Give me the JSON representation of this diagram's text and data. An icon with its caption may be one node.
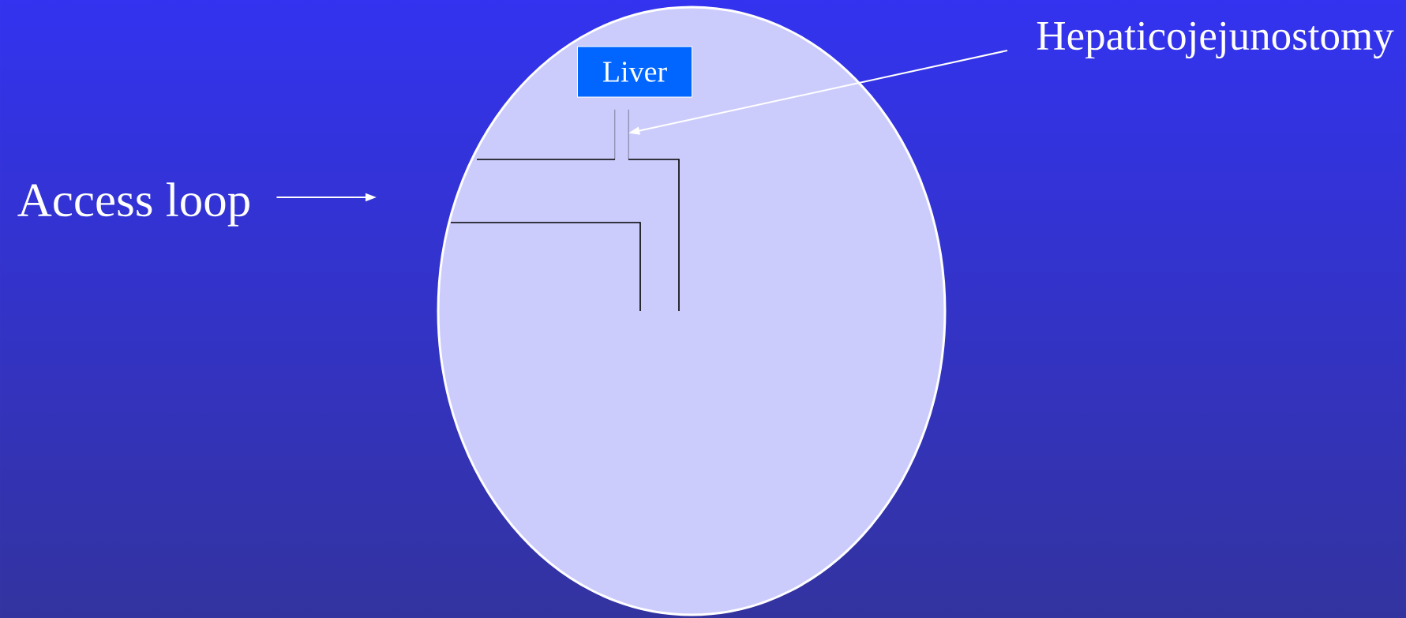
{
  "diagram": {
    "nodes": [
      {
        "text": [],
        "shape": "ellipse"
      },
      {
        "text": [
          "Liver"
        ],
        "in": 0
      },
      {
        "text": [
          "Hepaticojejunostomy"
        ]
      },
      {
        "text": [
          "Access loop"
        ]
      },
      {
        "text": [],
        "shape": "picture",
        "in": 0
      }
    ],
    "edges": [
      {
        "from": 2,
        "to": 4,
        "arrow": "to"
      },
      {
        "from": 3,
        "to": null,
        "arrow": "to"
      }
    ]
  }
}
